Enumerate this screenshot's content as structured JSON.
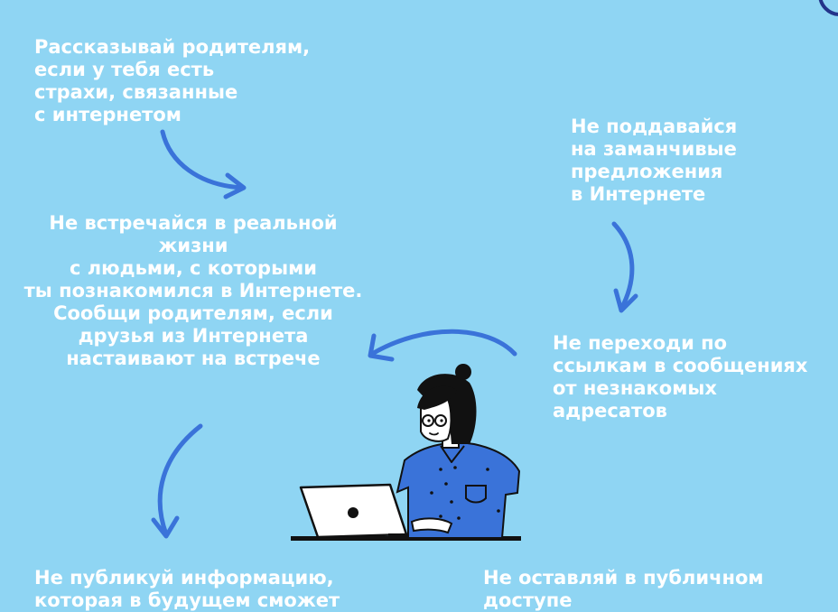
{
  "tips": [
    {
      "text": "Рассказывай родителям,\nесли у тебя есть\nстрахи, связанные\nс интернетом"
    },
    {
      "text": "Не поддавайся\nна заманчивые\nпредложения\nв Интернете"
    },
    {
      "text": "Не встречайся в реальной\nжизни\nс людьми, с которыми\nты познакомился в Интернете.\nСообщи родителям, если\nдрузья из Интернета\nнастаивают на встрече"
    },
    {
      "text": "Не переходи по\nссылкам в сообщениях\nот незнакомых\nадресатов"
    },
    {
      "text": "Не публикуй информацию,\nкоторая в будущем сможет"
    },
    {
      "text": "Не оставляй в публичном\nдоступе"
    }
  ],
  "colors": {
    "background": "#8fd5f3",
    "text": "#ffffff",
    "arrow": "#3a73d9",
    "shirt": "#3a73d9",
    "hair": "#111111"
  },
  "icons": [
    "curved-arrow-icon",
    "girl-with-laptop-illustration",
    "corner-circle-decoration"
  ]
}
